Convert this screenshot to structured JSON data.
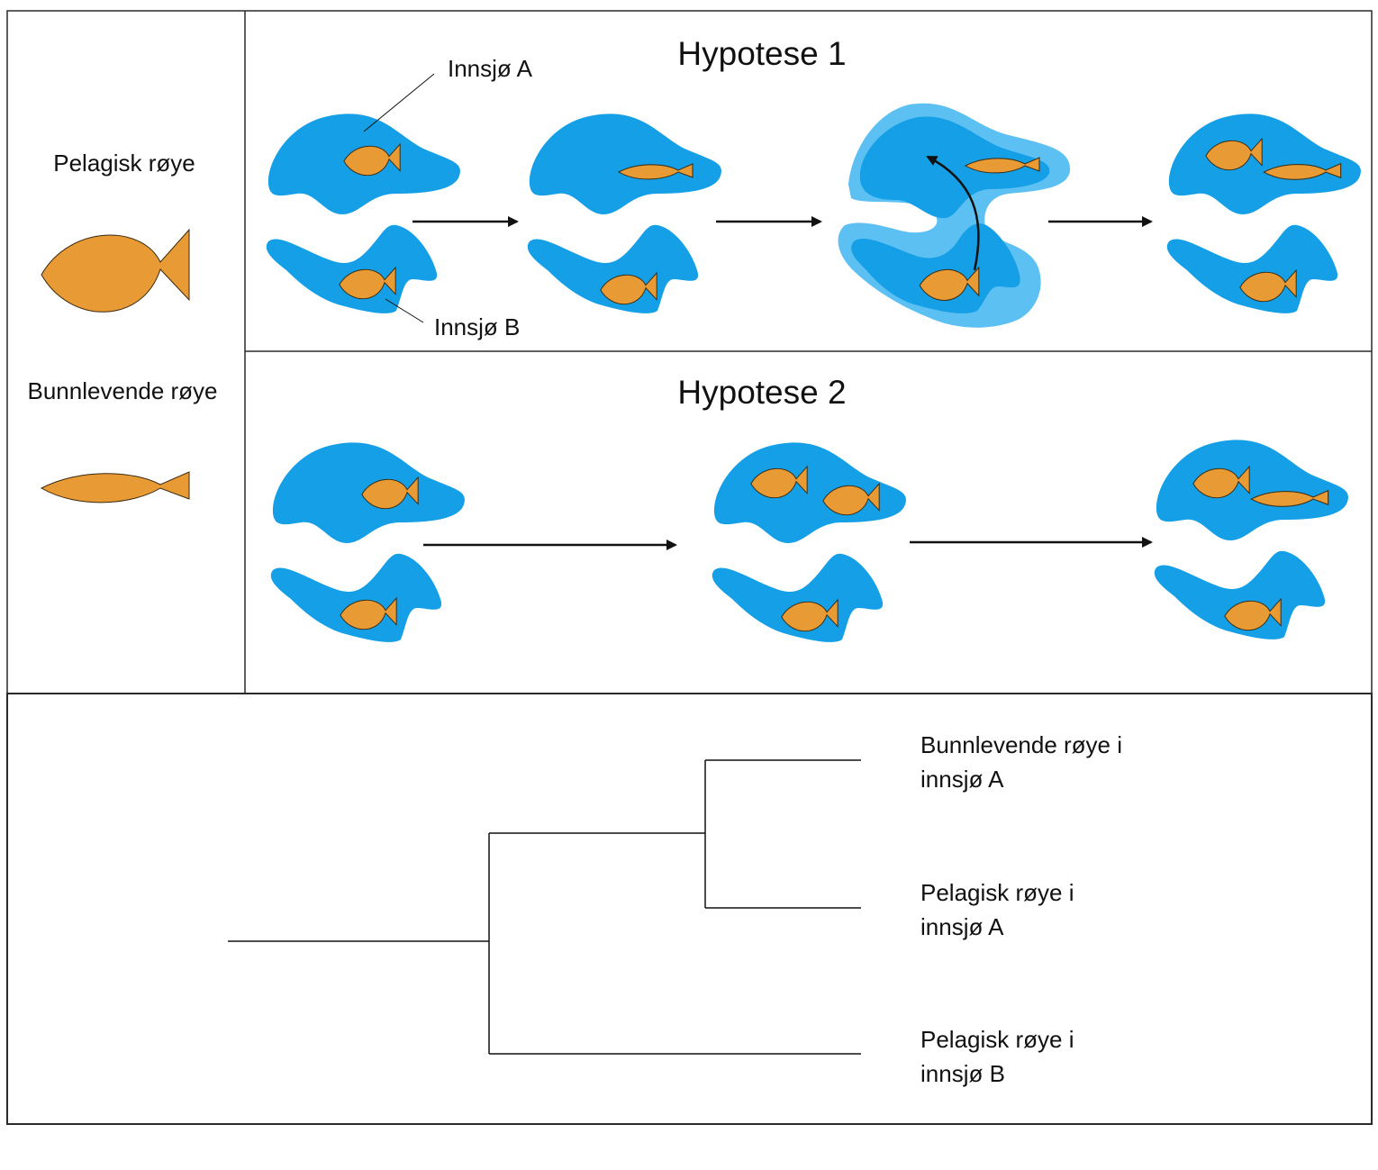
{
  "colors": {
    "lake": "#149fe6",
    "lake_flood": "#5cc0f2",
    "lake_flood_inner": "#2aa6e8",
    "fish": "#e89a35",
    "fish_outline": "#3a2a10",
    "line": "#111111",
    "panel_border": "#2a2a2a"
  },
  "legend": {
    "pelagic_label": "Pelagisk røye",
    "benthic_label": "Bunnlevende røye"
  },
  "hypothesis1": {
    "title": "Hypotese 1",
    "lake_a_label": "Innsjø A",
    "lake_b_label": "Innsjø B"
  },
  "hypothesis2": {
    "title": "Hypotese 2"
  },
  "tree": {
    "leaves": [
      {
        "line1": "Bunnlevende røye i",
        "line2": "innsjø A"
      },
      {
        "line1": "Pelagisk røye i",
        "line2": "innsjø A"
      },
      {
        "line1": "Pelagisk røye i",
        "line2": "innsjø B"
      }
    ]
  }
}
